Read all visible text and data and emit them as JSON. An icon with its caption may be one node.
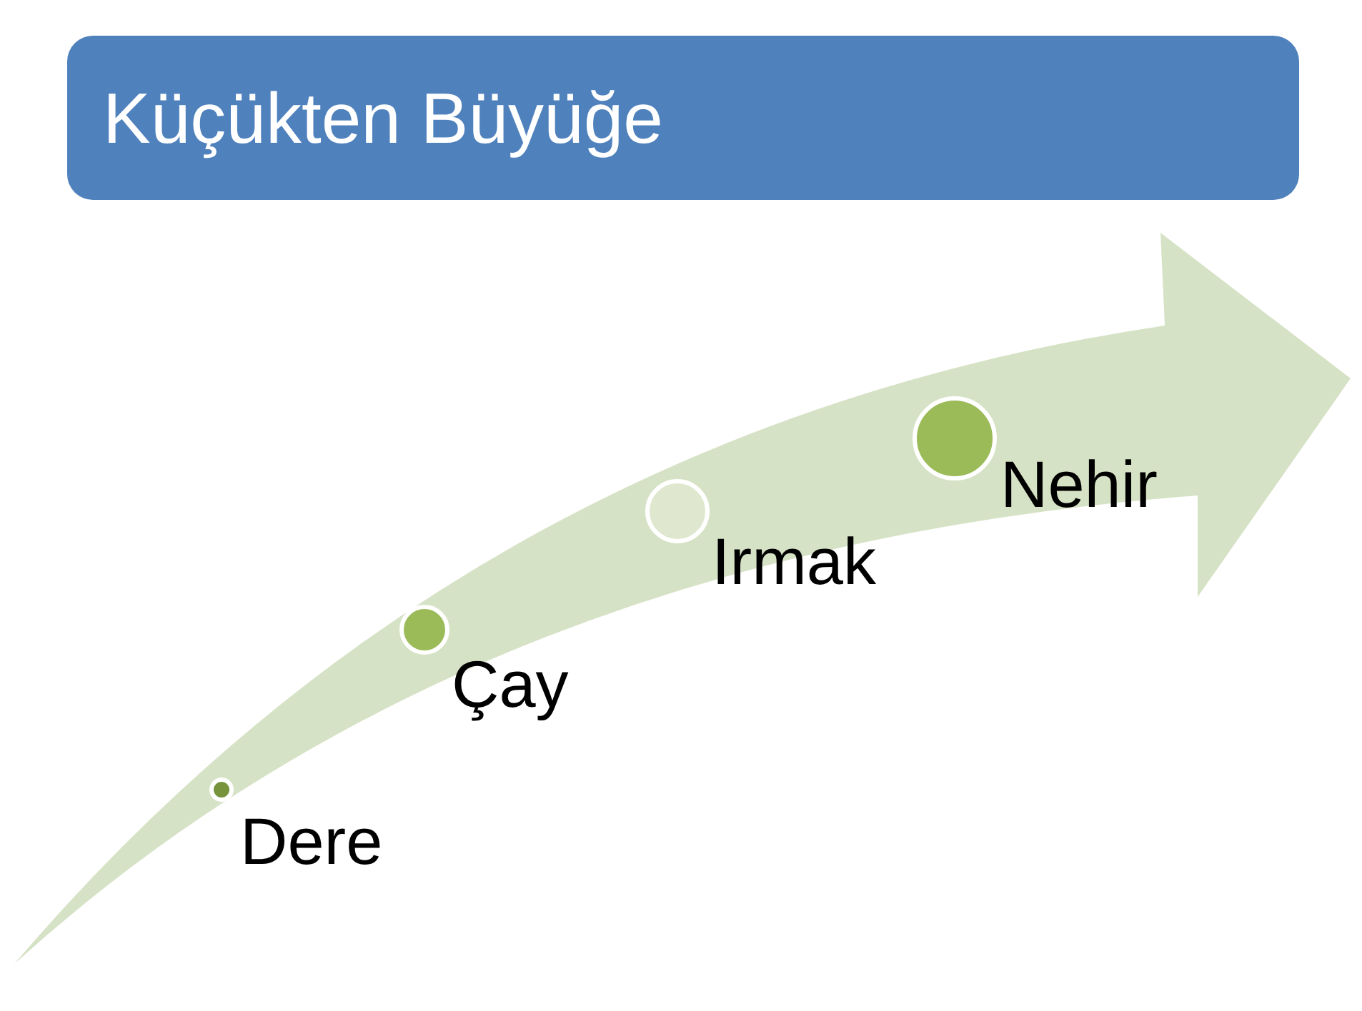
{
  "diagram": {
    "title": "Küçükten Büyüğe",
    "nodes": [
      {
        "text": [],
        "shape": "circle",
        "beside": [
          "Dere"
        ]
      },
      {
        "text": [],
        "shape": "circle",
        "beside": [
          "Çay"
        ]
      },
      {
        "text": [],
        "shape": "circle",
        "beside": [
          "Irmak"
        ]
      },
      {
        "text": [],
        "shape": "circle",
        "beside": [
          "Nehir"
        ]
      }
    ]
  }
}
